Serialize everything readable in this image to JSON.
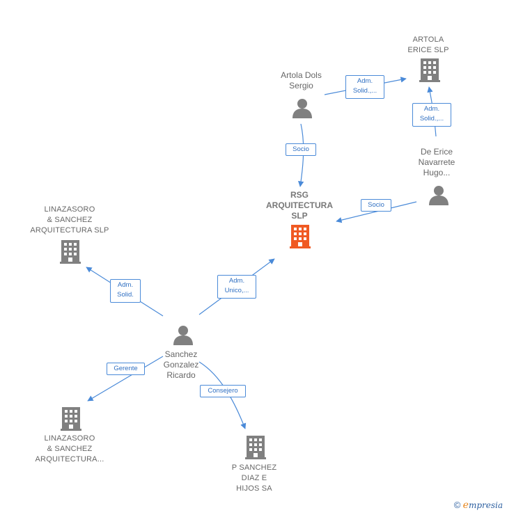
{
  "nodes": {
    "artola_erice": {
      "label": "ARTOLA\nERICE  SLP",
      "type": "company"
    },
    "artola_dols": {
      "label": "Artola Dols\nSergio",
      "type": "person"
    },
    "de_erice": {
      "label": "De Erice\nNavarrete\nHugo...",
      "type": "person"
    },
    "rsg": {
      "label": "RSG\nARQUITECTURA\nSLP",
      "type": "company-main"
    },
    "linazasoro_top": {
      "label": "LINAZASORO\n& SANCHEZ\nARQUITECTURA SLP",
      "type": "company"
    },
    "sanchez": {
      "label": "Sanchez\nGonzalez\nRicardo",
      "type": "person"
    },
    "linazasoro_bottom": {
      "label": "LINAZASORO\n& SANCHEZ\nARQUITECTURA...",
      "type": "company"
    },
    "p_sanchez": {
      "label": "P SANCHEZ\nDIAZ E\nHIJOS SA",
      "type": "company"
    }
  },
  "edges": {
    "e1": {
      "label": "Adm.\nSolid.,...",
      "from": "artola_dols",
      "to": "artola_erice"
    },
    "e2": {
      "label": "Adm.\nSolid.,...",
      "from": "de_erice",
      "to": "artola_erice"
    },
    "e3": {
      "label": "Socio",
      "from": "artola_dols",
      "to": "rsg"
    },
    "e4": {
      "label": "Socio",
      "from": "de_erice",
      "to": "rsg"
    },
    "e5": {
      "label": "Adm.\nSolid.",
      "from": "sanchez",
      "to": "linazasoro_top"
    },
    "e6": {
      "label": "Adm.\nUnico,...",
      "from": "sanchez",
      "to": "rsg"
    },
    "e7": {
      "label": "Gerente",
      "from": "sanchez",
      "to": "linazasoro_bottom"
    },
    "e8": {
      "label": "Consejero",
      "from": "sanchez",
      "to": "p_sanchez"
    }
  },
  "colors": {
    "edge": "#4a8ad8",
    "company": "#808080",
    "company_main": "#f05a23",
    "person": "#808080"
  },
  "brand": {
    "symbol": "©",
    "first_letter": "e",
    "rest": "mpresia"
  }
}
